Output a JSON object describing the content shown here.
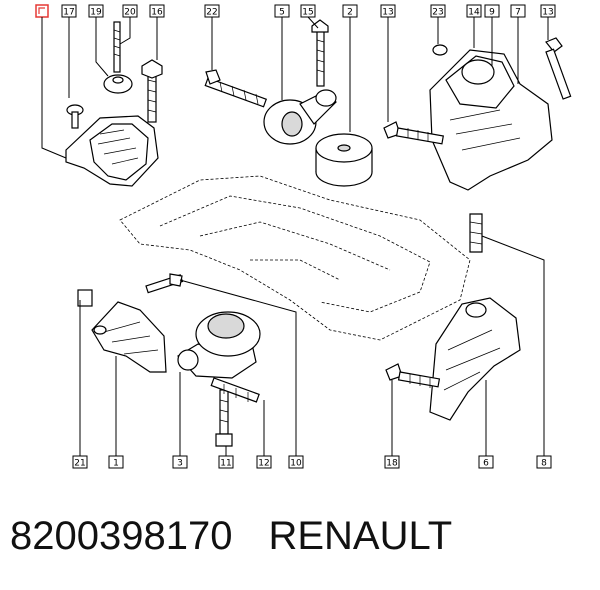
{
  "callouts": [
    "17",
    "19",
    "20",
    "16",
    "22",
    "5",
    "15",
    "2",
    "13",
    "23",
    "14",
    "9",
    "7",
    "13",
    "21",
    "1",
    "3",
    "11",
    "12",
    "10",
    "18",
    "6",
    "8"
  ],
  "caption": {
    "part_number": "8200398170",
    "brand": "RENAULT"
  },
  "colors": {
    "marker": "#e53935",
    "ink": "#000000"
  }
}
